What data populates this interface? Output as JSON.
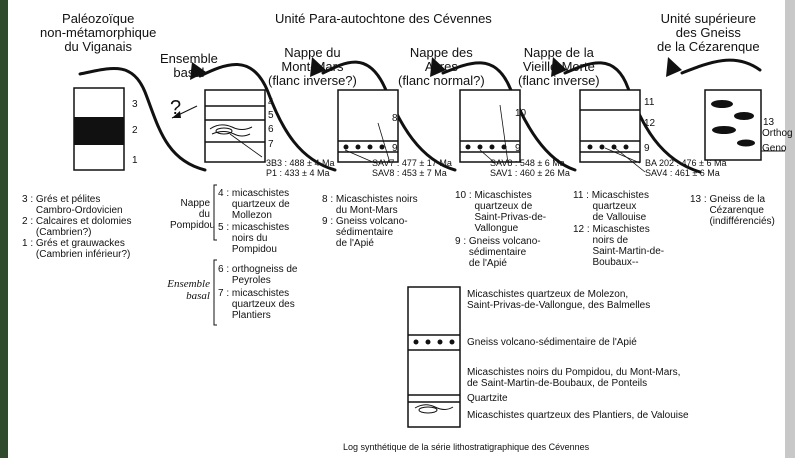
{
  "units": {
    "paleozoique": "Paléozoïque\nnon-métamorphique\ndu Viganais",
    "para_autochtone": "Unité Para-autochtone des Cévennes",
    "superieure": "Unité supérieure\ndes Gneiss\nde la Cézarenque"
  },
  "nappes": {
    "ensemble_basal": "Ensemble\nbasal",
    "mont_mars": "Nappe du\nMont-Mars\n(flanc inverse?)",
    "ayres": "Nappe des\nAyres\n(flanc normal?)",
    "vieille_morte": "Nappe de la\nVieille-Morte\n(flanc inverse)"
  },
  "question_mark": "?",
  "column_numbers": {
    "col1": [
      "3",
      "2",
      "1"
    ],
    "col2": [
      "4",
      "5",
      "6",
      "7"
    ],
    "col3": [
      "8",
      "9"
    ],
    "col4": [
      "10",
      "9"
    ],
    "col5": [
      "11",
      "12",
      "9"
    ],
    "col6": [
      "13"
    ]
  },
  "cut_labels": {
    "orthog": "Orthog",
    "geno": "Geno"
  },
  "ages": {
    "col2": [
      "3B3 : 488 ± 4 Ma",
      "P1 : 433 ± 4 Ma"
    ],
    "col3": [
      "SAV7 : 477 ± 17 Ma",
      "SAV8 : 453 ± 7 Ma"
    ],
    "col4": [
      "SAV8 : 548 ± 6 Ma",
      "SAV1 : 460 ± 26 Ma"
    ],
    "col5": [
      "BA 202 : 476 ± 6 Ma",
      "SAV4 : 461 ± 6 Ma"
    ]
  },
  "legend": {
    "viganais": [
      "3 : Grés et pélites\n     Cambro-Ordovicien",
      "2 : Calcaires et dolomies\n     (Cambrien?)",
      "1 : Grés et grauwackes\n     (Cambrien inférieur?)"
    ],
    "nappe_pompidou_label": "Nappe\ndu\nPompidou",
    "pompidou": [
      "4 : micaschistes\n     quartzeux de\n     Mollezon",
      "5 : micaschistes\n     noirs du\n     Pompidou"
    ],
    "ensemble_basal_label": "Ensemble\nbasal",
    "basal": [
      "6 : orthogneiss de\n     Peyroles",
      "7 : micaschistes\n     quartzeux des\n     Plantiers"
    ],
    "mont_mars": [
      "8 : Micaschistes noirs\n     du Mont-Mars",
      "9 : Gneiss volcano-\n     sédimentaire\n     de l'Apié"
    ],
    "ayres": [
      "10 : Micaschistes\n       quartzeux de\n       Saint-Privas-de-\n       Vallongue",
      "9 : Gneiss volcano-\n     sédimentaire\n     de l'Apié"
    ],
    "vieille_morte": [
      "11 : Micaschistes\n       quartzeux\n       de Vallouise",
      "12 : Micaschistes\n       noirs de\n       Saint-Martin-de-\n       Boubaux--"
    ],
    "cezarenque": [
      "13 : Gneiss de la\n       Cézarenque\n       (indifférenciés)"
    ]
  },
  "log": {
    "rows": [
      "Micaschistes quartzeux de Molezon,\nSaint-Privas-de-Vallongue, des Balmelles",
      "Gneiss volcano-sédimentaire de l'Apié",
      "Micaschistes noirs du Pompidou, du Mont-Mars,\nde Saint-Martin-de-Boubaux, de Ponteils",
      "Quartzite",
      "Micaschistes quartzeux des Plantiers, de Valouise"
    ],
    "caption": "Log synthétique de la série lithostratigraphique des Cévennes"
  },
  "colors": {
    "ink": "#111111",
    "frame_left": "#2f4a2c",
    "frame_right": "#c8c8c8"
  }
}
